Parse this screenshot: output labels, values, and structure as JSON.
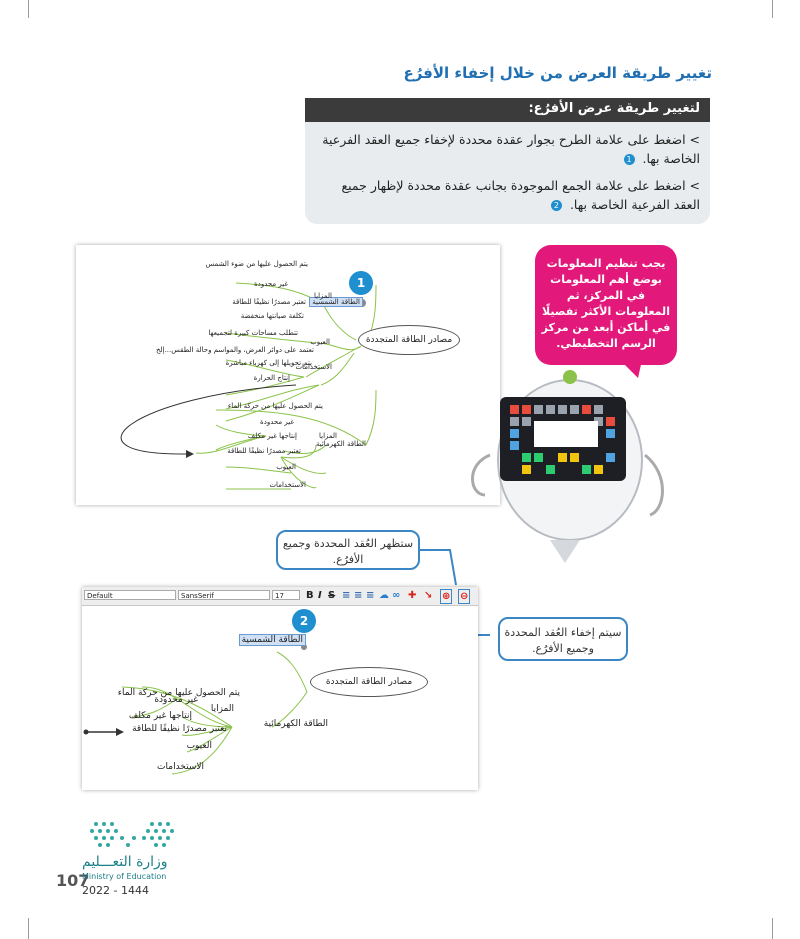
{
  "heading": "تغيير طريقة العرض من خلال إخفاء الأفرُع",
  "steps": {
    "title": "لتغيير طريقة عرض الأفرُع:",
    "items": [
      {
        "text": "> اضغط على علامة الطرح بجوار عقدة محددة لإخفاء جميع العقد الفرعية الخاصة بها.",
        "num": "1"
      },
      {
        "text": "> اضغط على علامة الجمع الموجودة بجانب عقدة محددة لإظهار جميع العقد الفرعية الخاصة بها.",
        "num": "2"
      }
    ]
  },
  "robot": {
    "tip": "يجب تنظيم المعلومات بوضع أهم المعلومات في المركز، ثم المعلومات الأكثر تفصيلًا في أماكن أبعد من مركز الرسم التخطيطي."
  },
  "map1": {
    "badge": "1",
    "center": "مصادر الطاقة المتجددة",
    "solar": "الطاقة الشمسية",
    "solar_source": "يتم الحصول عليها من ضوء الشمس",
    "solar_adv_label": "المزايا",
    "solar_adv": [
      "غير محدودة",
      "تعتبر مصدرًا نظيفًا للطاقة"
    ],
    "solar_maint": "تكلفة صيانتها منخفضة",
    "solar_dis_label": "العيوب",
    "solar_dis": [
      "تتطلب مساحات كبيرة لتجميعها",
      "تعتمد على دوائر العرض، والمواسم وحالة الطقس...إلخ"
    ],
    "solar_uses_label": "الاستخدامات",
    "solar_uses": [
      "يتم تحويلها إلى كهرباء مباشرة",
      "إنتاج الحرارة"
    ],
    "hydro": "الطاقة الكهرمائية",
    "hydro_source": "يتم الحصول عليها من حركة الماء",
    "hydro_adv_label": "المزايا",
    "hydro_adv": [
      "غير محدودة",
      "إنتاجها غير مكلف",
      "تعتبر مصدرًا نظيفًا للطاقة"
    ],
    "hydro_dis_label": "العيوب",
    "hydro_uses_label": "الاستخدامات"
  },
  "map2": {
    "badge": "2",
    "toolbar": {
      "style": "Default",
      "font": "SansSerif",
      "size": "17",
      "bold": "B",
      "italic": "I",
      "strike": "S"
    },
    "center": "مصادر الطاقة المتجددة",
    "solar": "الطاقة الشمسية",
    "hydro": "الطاقة الكهرمائية",
    "hydro_source": "يتم الحصول عليها من حركة الماء",
    "hydro_adv_label": "المزايا",
    "hydro_adv": [
      "غير محدودة",
      "إنتاجها غير مكلف",
      "تعتبر مصدرًا نظيفًا للطاقة"
    ],
    "hydro_dis_label": "العيوب",
    "hydro_uses_label": "الاستخدامات"
  },
  "callouts": {
    "show": "ستظهر العُقد المحددة وجميع الأفرُع.",
    "hide": "سيتم إخفاء العُقد المحددة وجميع الأفرُع."
  },
  "footer": {
    "ministry_ar": "وزارة التعـــليم",
    "ministry_en": "Ministry of Education",
    "year": "2022 - 1444",
    "page_number": "107"
  },
  "colors": {
    "heading": "#1f6fb2",
    "accent": "#1f8fd0",
    "pink": "#e3187b",
    "branch": "#8bc34a"
  }
}
